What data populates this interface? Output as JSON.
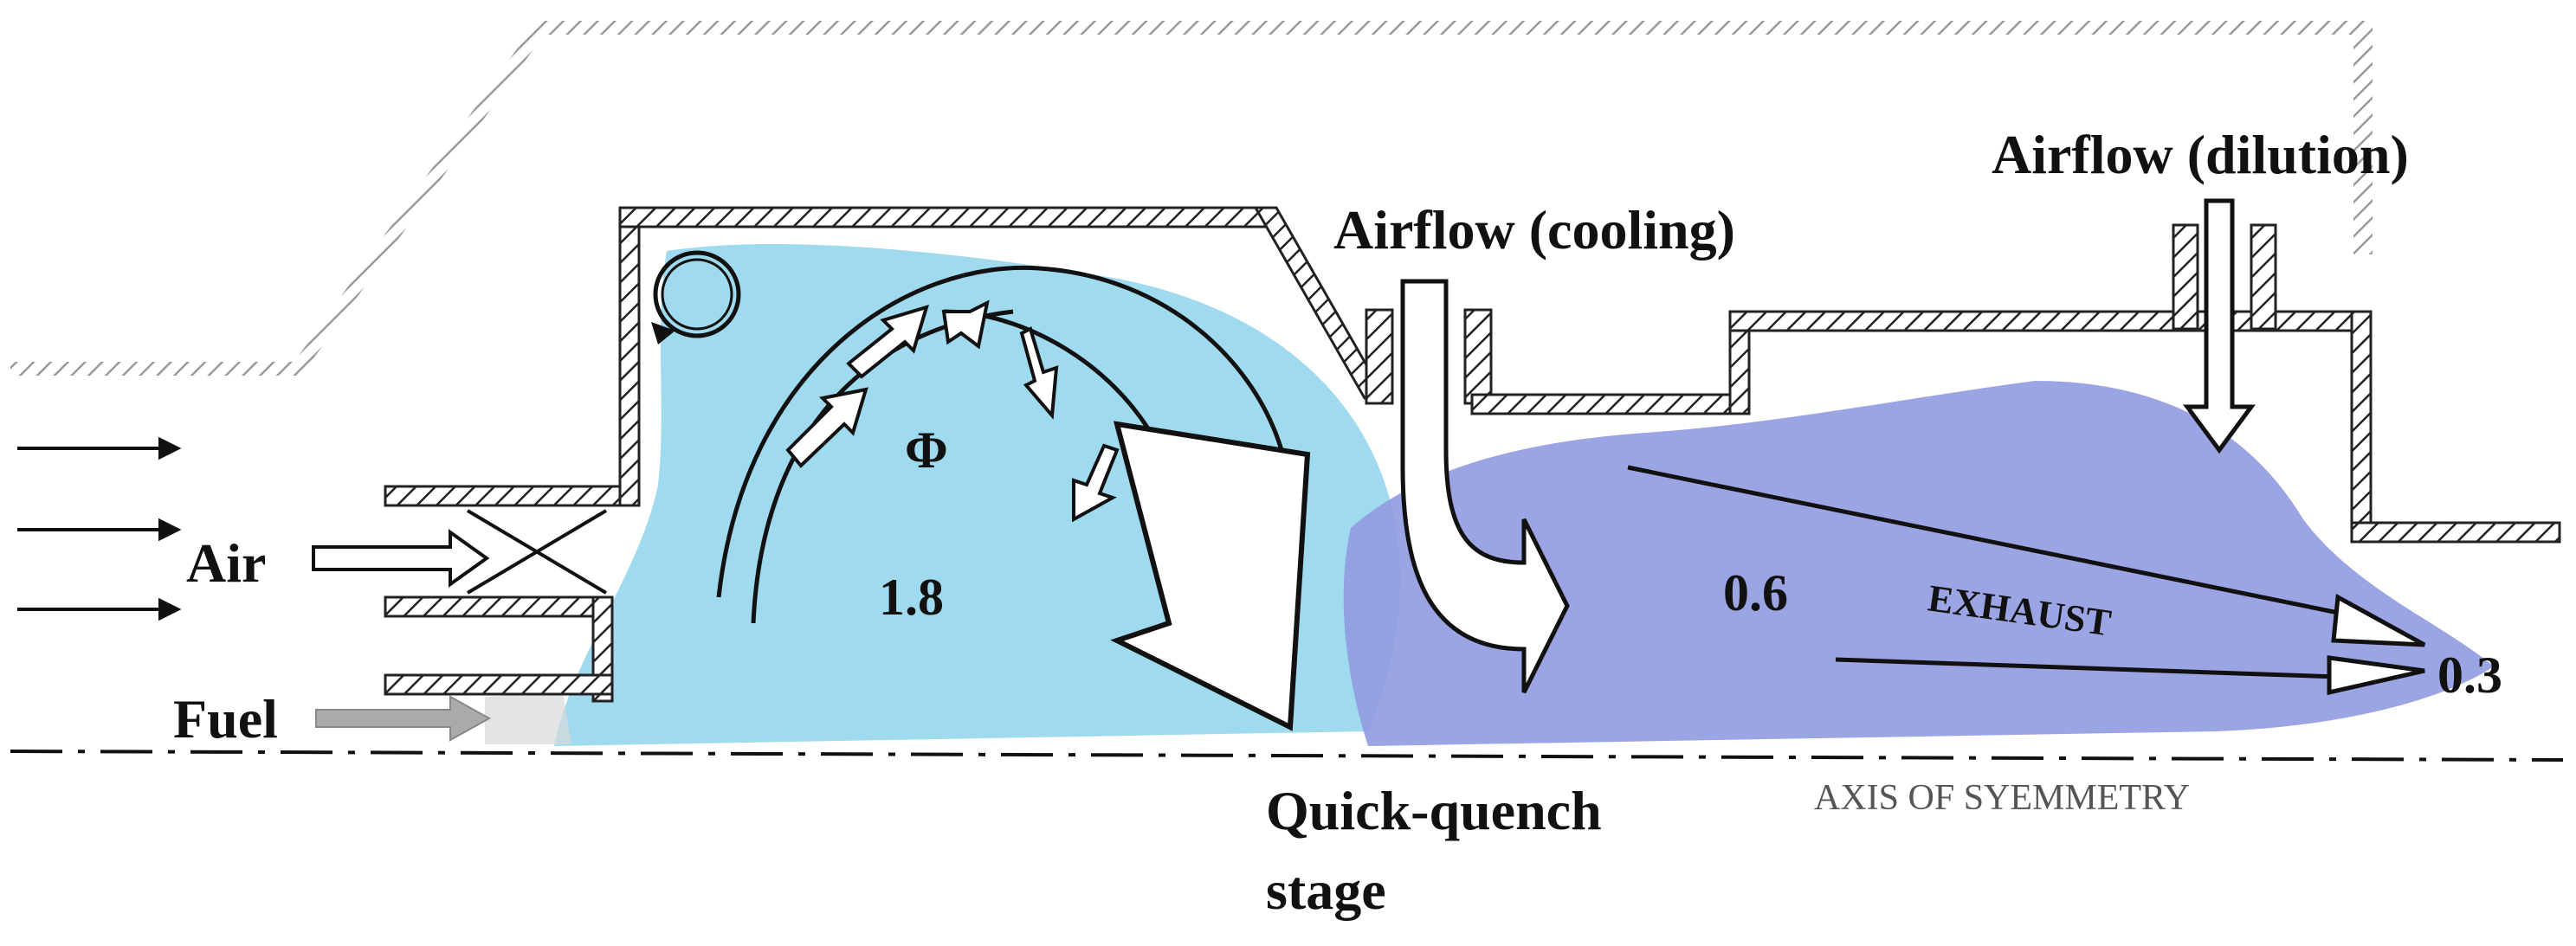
{
  "labels": {
    "air": "Air",
    "fuel": "Fuel",
    "phi": "Φ",
    "phi_primary": "1.8",
    "phi_quench": "0.6",
    "phi_exit": "0.3",
    "exhaust": "EXHAUST",
    "airflow_cooling": "Airflow (cooling)",
    "airflow_dilution": "Airflow (dilution)",
    "quick_quench_line1": "Quick-quench",
    "quick_quench_line2": "stage",
    "axis": "AXIS OF SYEMMETRY"
  },
  "colors": {
    "rich_zone": "#8fd3ec",
    "lean_zone": "#8e98e0",
    "wall_hatch": "#222222",
    "casing_hatch": "#9a9a9a",
    "fuel_arrow": "#aaaaaa"
  }
}
